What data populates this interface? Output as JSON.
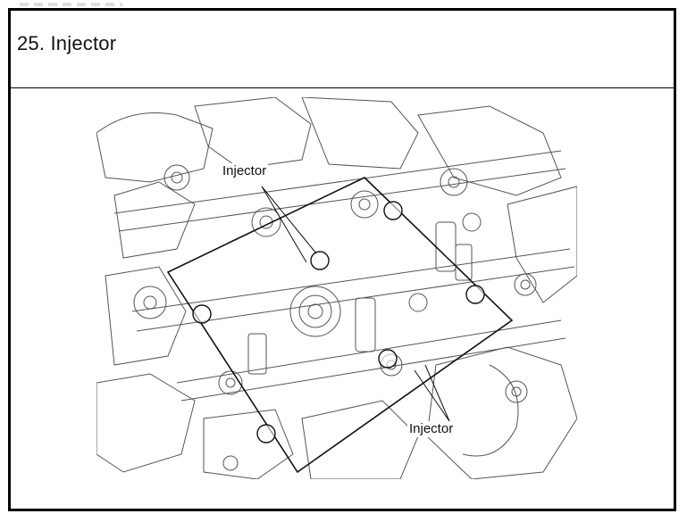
{
  "section": {
    "title": "25. Injector"
  },
  "figure": {
    "callouts": [
      "Injector",
      "Injector"
    ]
  }
}
